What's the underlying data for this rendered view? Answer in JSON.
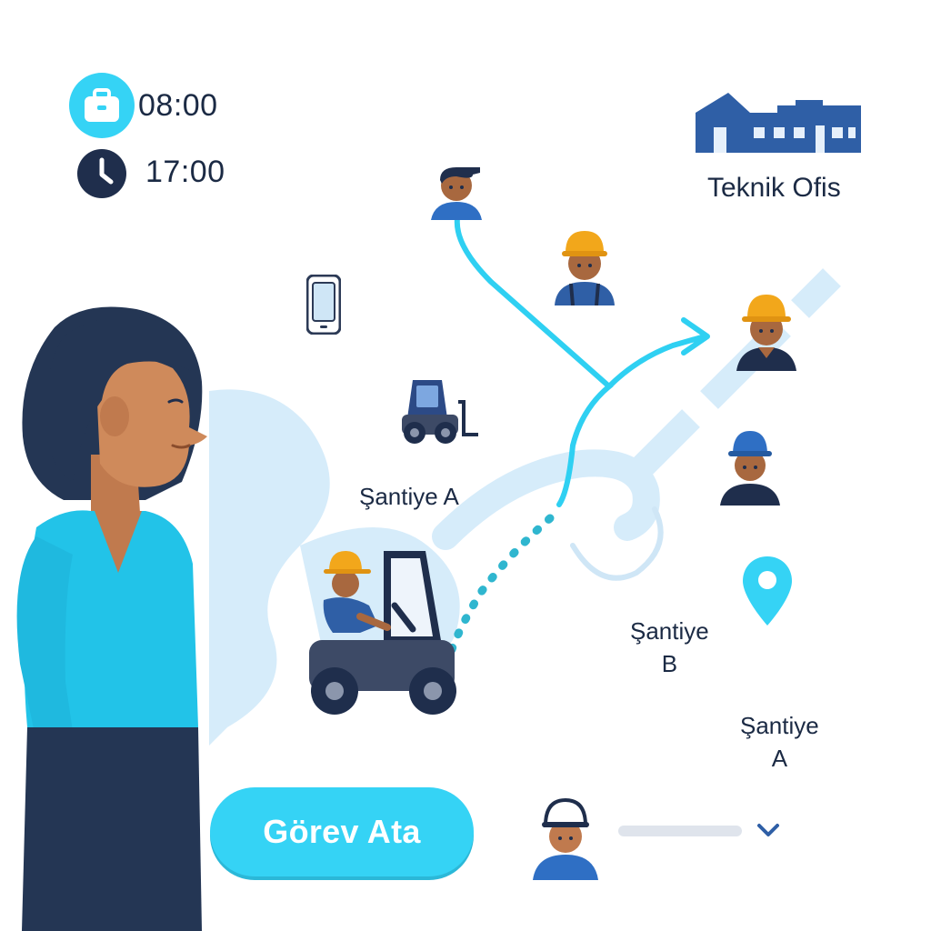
{
  "schedule": {
    "start_time": "08:00",
    "end_time": "17:00",
    "start_icon": "briefcase-icon",
    "end_icon": "clock-icon"
  },
  "map": {
    "office_label": "Teknik Ofis",
    "site_labels": [
      {
        "id": "site-a-upper",
        "text": "Şantiye A"
      },
      {
        "id": "site-b",
        "text": "Şantiye\nB"
      },
      {
        "id": "site-a-lower",
        "text": "Şantiye\nA"
      }
    ],
    "markers": [
      "location-pin-icon",
      "smartphone-icon",
      "forklift-icon",
      "office-building-icon"
    ],
    "workers": [
      "worker-avatar",
      "worker-hardhat-orange",
      "worker-hardhat-orange",
      "worker-hardhat-blue",
      "forklift-driver"
    ]
  },
  "actions": {
    "assign_label": "Görev Ata"
  },
  "assignee": {
    "avatar_icon": "worker-hardhat-white-icon",
    "dropdown_icon": "chevron-down-icon"
  },
  "colors": {
    "accent": "#35d3f5",
    "route": "#2fd0f2",
    "dark_navy": "#1f2e4c",
    "office_blue": "#2f5fa6",
    "hardhat_orange": "#f2a71b",
    "hardhat_blue": "#2f6fc4",
    "water": "#d6ecfa"
  }
}
